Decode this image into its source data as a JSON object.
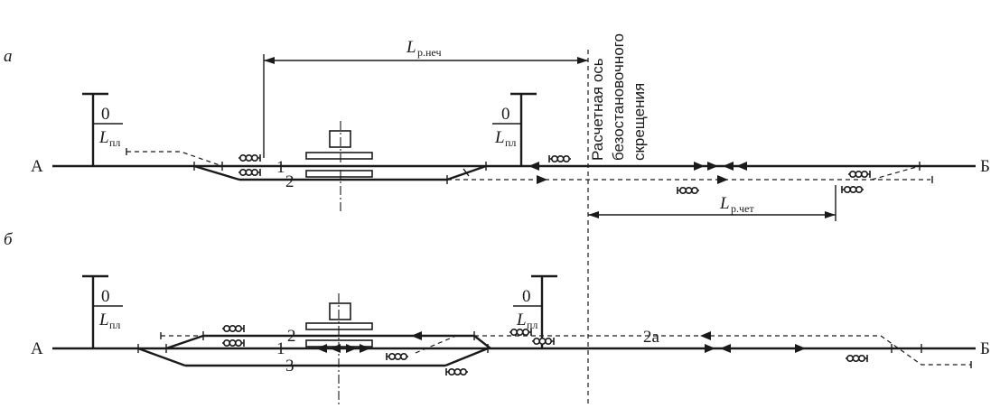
{
  "panel_a": {
    "label": "а",
    "station_left": "А",
    "station_right": "Б",
    "track_1": "1",
    "track_2": "2",
    "dim_upper_main": "L",
    "dim_upper_sub": "р.неч",
    "dim_lower_main": "L",
    "dim_lower_sub": "р.чет",
    "sign_top": "0",
    "sign_bottom_main": "L",
    "sign_bottom_sub": "пл",
    "axis_line_1": "Расчетная ось",
    "axis_line_2": "безостановочного",
    "axis_line_3": "скрещения"
  },
  "panel_b": {
    "label": "б",
    "station_left": "А",
    "station_right": "Б",
    "track_2": "2",
    "track_1": "1",
    "track_3": "3",
    "track_2a": "2а",
    "sign_top": "0",
    "sign_bottom_main": "L",
    "sign_bottom_sub": "пл"
  },
  "colors": {
    "ink": "#1a1a1a",
    "background": "#ffffff"
  }
}
